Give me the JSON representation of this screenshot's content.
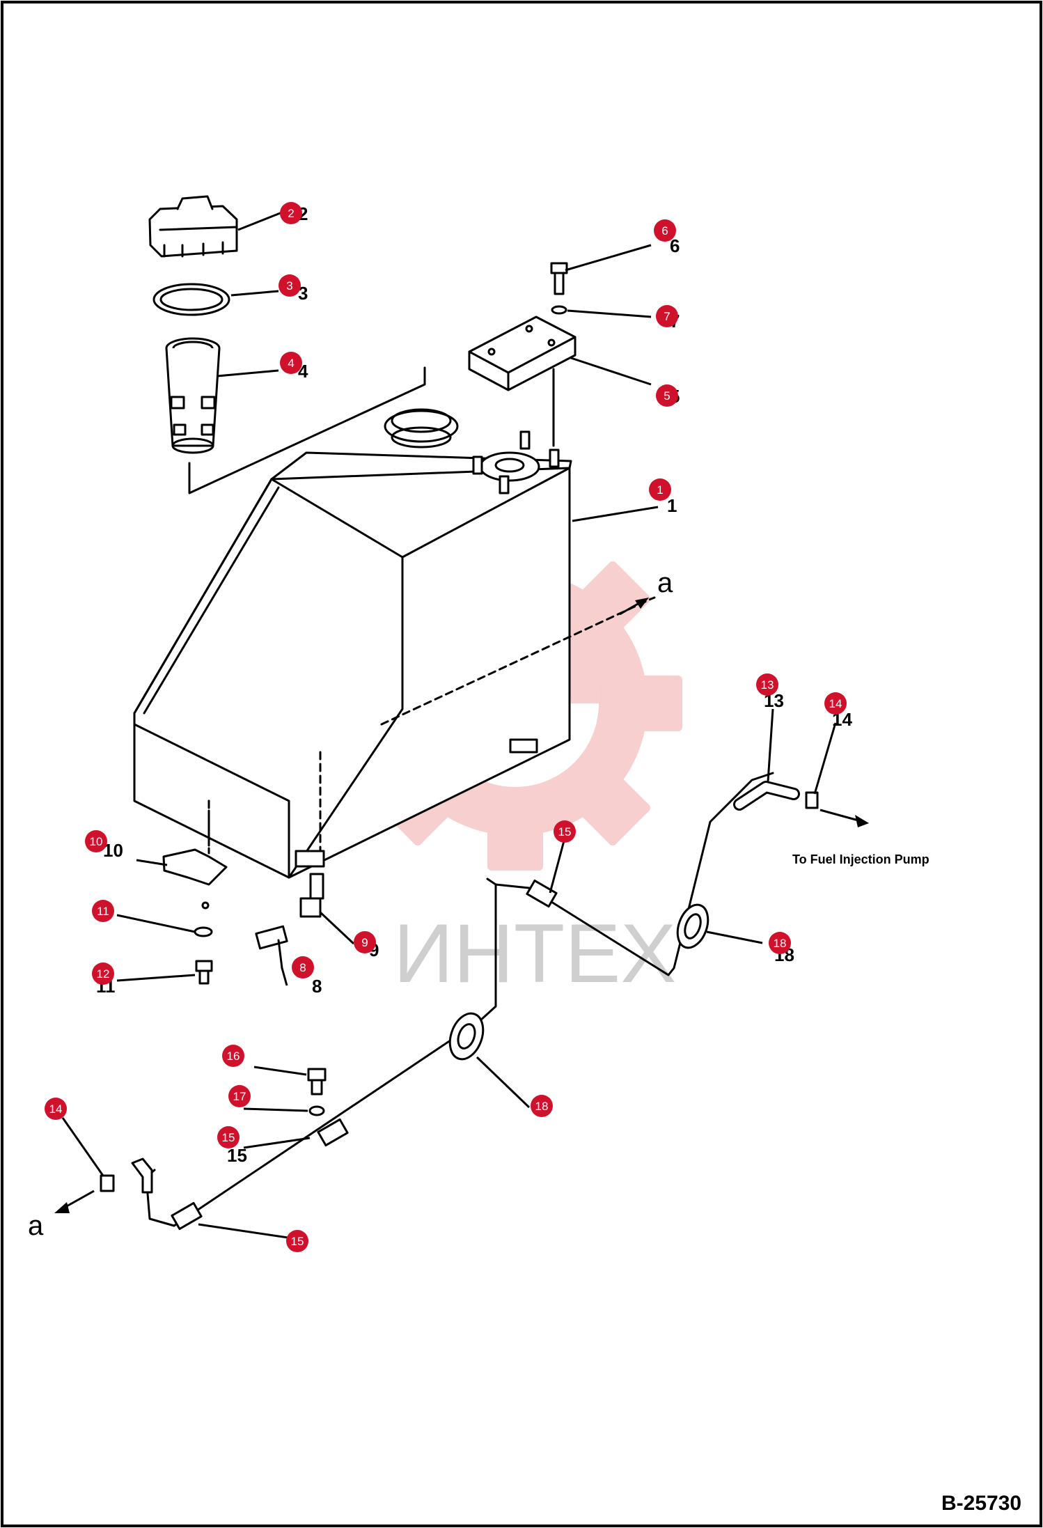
{
  "figure_code": "B-25730",
  "flow_note": "To Fuel Injection Pump",
  "ref_label": "a",
  "watermark": {
    "text": "ИНТЕХ",
    "color": "#f4a8a8"
  },
  "accent_color": "#d0112b",
  "callouts": [
    {
      "id": "c1",
      "label": "1"
    },
    {
      "id": "c2",
      "label": "2"
    },
    {
      "id": "c3",
      "label": "3"
    },
    {
      "id": "c4",
      "label": "4"
    },
    {
      "id": "c5",
      "label": "5"
    },
    {
      "id": "c6",
      "label": "6"
    },
    {
      "id": "c7",
      "label": "7"
    },
    {
      "id": "c8",
      "label": "8"
    },
    {
      "id": "c9",
      "label": "9"
    },
    {
      "id": "c10",
      "label": "10"
    },
    {
      "id": "c11",
      "label": "11"
    },
    {
      "id": "c12",
      "label": "12"
    },
    {
      "id": "c13",
      "label": "13"
    },
    {
      "id": "c14a",
      "label": "14"
    },
    {
      "id": "c14b",
      "label": "14"
    },
    {
      "id": "c15a",
      "label": "15"
    },
    {
      "id": "c15b",
      "label": "15"
    },
    {
      "id": "c15c",
      "label": "15"
    },
    {
      "id": "c16",
      "label": "16"
    },
    {
      "id": "c17",
      "label": "17"
    },
    {
      "id": "c18a",
      "label": "18"
    },
    {
      "id": "c18b",
      "label": "18"
    }
  ],
  "printed_numbers": [
    {
      "id": "p1",
      "text": "1"
    },
    {
      "id": "p2",
      "text": "2"
    },
    {
      "id": "p3",
      "text": "3"
    },
    {
      "id": "p4",
      "text": "4"
    },
    {
      "id": "p5",
      "text": "5"
    },
    {
      "id": "p6",
      "text": "6"
    },
    {
      "id": "p7",
      "text": "7"
    },
    {
      "id": "p8",
      "text": "8"
    },
    {
      "id": "p9",
      "text": "9"
    },
    {
      "id": "p10",
      "text": "10"
    },
    {
      "id": "p11",
      "text": "11"
    },
    {
      "id": "p13",
      "text": "13"
    },
    {
      "id": "p14a",
      "text": "14"
    },
    {
      "id": "p15",
      "text": "15"
    },
    {
      "id": "p18",
      "text": "18"
    }
  ]
}
